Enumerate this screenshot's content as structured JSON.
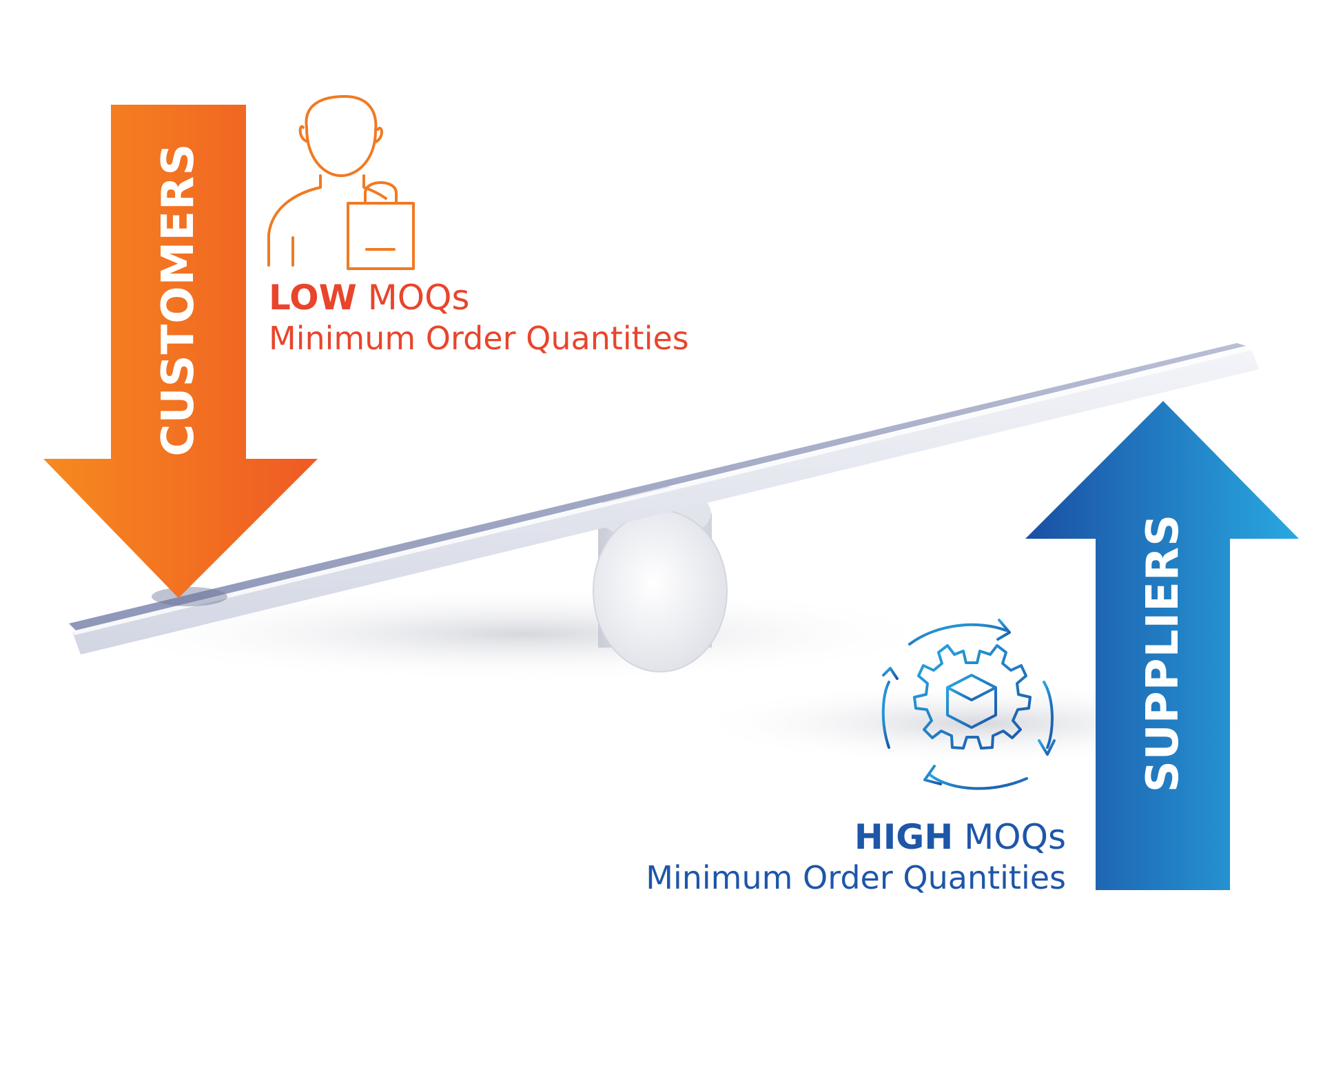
{
  "customers": {
    "arrow_label": "CUSTOMERS",
    "emphasis": "LOW",
    "moq": "MOQs",
    "subtitle": "Minimum Order Quantities",
    "icon": "shopper-with-bag-icon",
    "colors": {
      "gradient_start": "#f68a1f",
      "gradient_end": "#ef5a24",
      "text": "#e8452c"
    }
  },
  "suppliers": {
    "arrow_label": "SUPPLIERS",
    "emphasis": "HIGH",
    "moq": "MOQs",
    "subtitle": "Minimum Order Quantities",
    "icon": "gear-box-cycle-icon",
    "colors": {
      "gradient_start": "#1a4fa3",
      "gradient_end": "#29a8e0",
      "text": "#1e56a8"
    }
  }
}
